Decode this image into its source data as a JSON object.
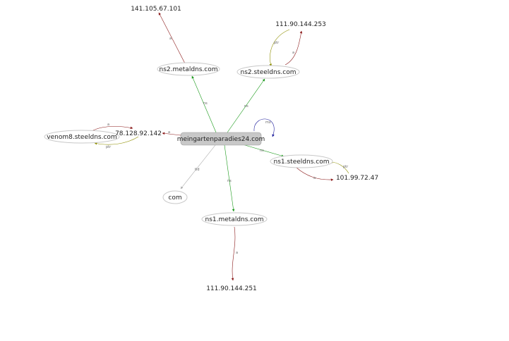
{
  "nodes": {
    "center": "meingartenparadies24.com",
    "ns2_metaldns": "ns2.metaldns.com",
    "ip_141": "141.105.67.101",
    "ns2_steeldns": "ns2.steeldns.com",
    "ip_111_253": "111.90.144.253",
    "venom8": "venom8.steeldns.com",
    "ip_78": "78.128.92.142",
    "ns1_steeldns": "ns1.steeldns.com",
    "ip_101": "101.99.72.47",
    "com": "com",
    "ns1_metaldns": "ns1.metaldns.com",
    "ip_111_251": "111.90.144.251"
  },
  "edge_labels": {
    "ns": "ns",
    "mx": "mx",
    "a": "a",
    "ptr": "ptr",
    "tld": "tld"
  },
  "colors": {
    "ns_edge": "#1a9a1a",
    "a_edge": "#8b1a1a",
    "ptr_edge": "#8f8f00",
    "mx_edge": "#1a1a9a",
    "tld_edge": "#aaaaaa",
    "node_border": "#c8c8c8",
    "center_fill": "#c8c8c8"
  }
}
